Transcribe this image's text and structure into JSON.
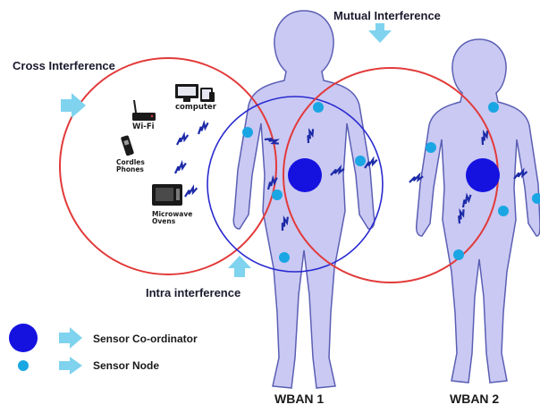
{
  "labels": {
    "mutual_interference": "Mutual Interference",
    "cross_interference": "Cross Interference",
    "intra_interference": "Intra interference",
    "wban1": "WBAN 1",
    "wban2": "WBAN 2"
  },
  "devices": {
    "computer": "computer",
    "wifi": "Wi-Fi",
    "cordless_line1": "Cordles",
    "cordless_line2": "Phones",
    "microwave_line1": "Microwave",
    "microwave_line2": "Ovens"
  },
  "legend": {
    "coordinator": "Sensor Co-ordinator",
    "node": "Sensor Node"
  },
  "colors": {
    "body_fill": "#c9c9f3",
    "body_stroke": "#5b5fb3",
    "sensor": "#1aa6e3",
    "coordinator": "#1512e0",
    "cross_circle": "#e23a3a",
    "intra_circle": "#2a2ad0",
    "arrow": "#7fd3ee",
    "bolt": "#1d2aa8"
  }
}
